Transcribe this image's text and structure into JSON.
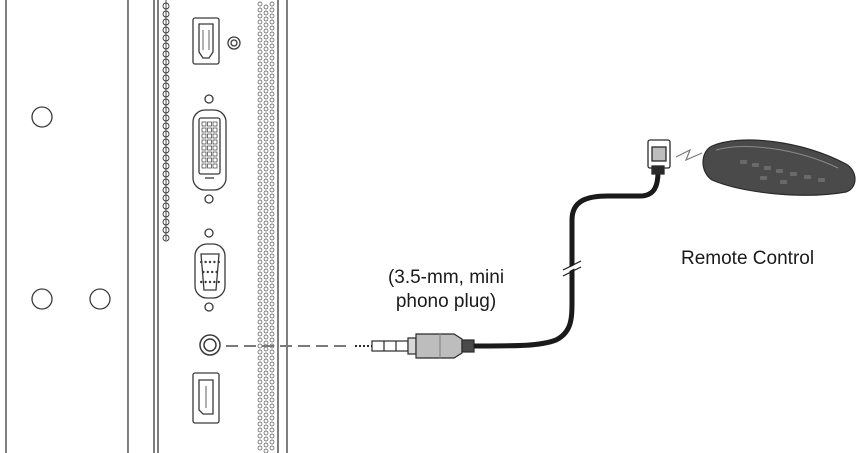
{
  "labels": {
    "plug_line1": "(3.5-mm, mini",
    "plug_line2": "phono plug)",
    "remote": "Remote Control"
  },
  "colors": {
    "line": "#3a3a3a",
    "panel_fill": "#ffffff",
    "cable": "#1a1a1a",
    "plug_body": "#b8b8b8",
    "remote_body": "#4a4a4a",
    "dashed_connector": "#7a7a7a"
  },
  "icons": [
    "hdmi-port-icon",
    "dvi-port-icon",
    "vga-port-icon",
    "audio-jack-icon",
    "displayport-icon",
    "mini-phono-plug-icon",
    "ir-receiver-icon",
    "remote-control-icon"
  ]
}
